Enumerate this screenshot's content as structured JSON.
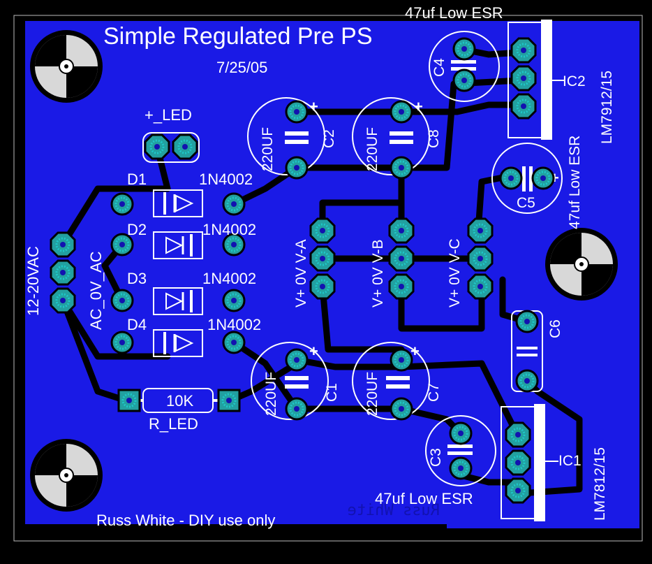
{
  "board": {
    "title": "Simple Regulated Pre PS",
    "date": "7/25/05",
    "footer": "Russ White - DIY use only",
    "mirror_text": "Russ White",
    "colors": {
      "background": "#000000",
      "copper": "#1a1ae6",
      "trace": "#000000",
      "silk": "#ffffff",
      "pad": "#22a0a0",
      "pad_hole": "#1ec8c8"
    }
  },
  "labels": {
    "input_connector": "12-20VAC",
    "input_pins": "AC_0V_AC",
    "led": "+_LED",
    "resistor_name": "R_LED",
    "resistor_value": "10K",
    "c4_note": "47uf Low ESR",
    "c3_note": "47uf Low ESR",
    "c5_note": "47uf Low ESR",
    "ic2_part": "LM7912/15",
    "ic1_part": "LM7812/15",
    "ic2_name": "IC2",
    "ic1_name": "IC1",
    "c6_name": "C6",
    "c5_name": "C5",
    "c4_name": "C4",
    "c3_name": "C3",
    "outputs": [
      "V+ 0V V-A",
      "V+ 0V V-B",
      "V+ 0V V-C"
    ]
  },
  "diodes": [
    {
      "name": "D1",
      "part": "1N4002"
    },
    {
      "name": "D2",
      "part": "1N4002"
    },
    {
      "name": "D3",
      "part": "1N4002"
    },
    {
      "name": "D4",
      "part": "1N4002"
    }
  ],
  "big_caps": [
    {
      "name": "C2",
      "value": "220UF"
    },
    {
      "name": "C8",
      "value": "220UF"
    },
    {
      "name": "C1",
      "value": "220UF"
    },
    {
      "name": "C7",
      "value": "220UF"
    }
  ]
}
